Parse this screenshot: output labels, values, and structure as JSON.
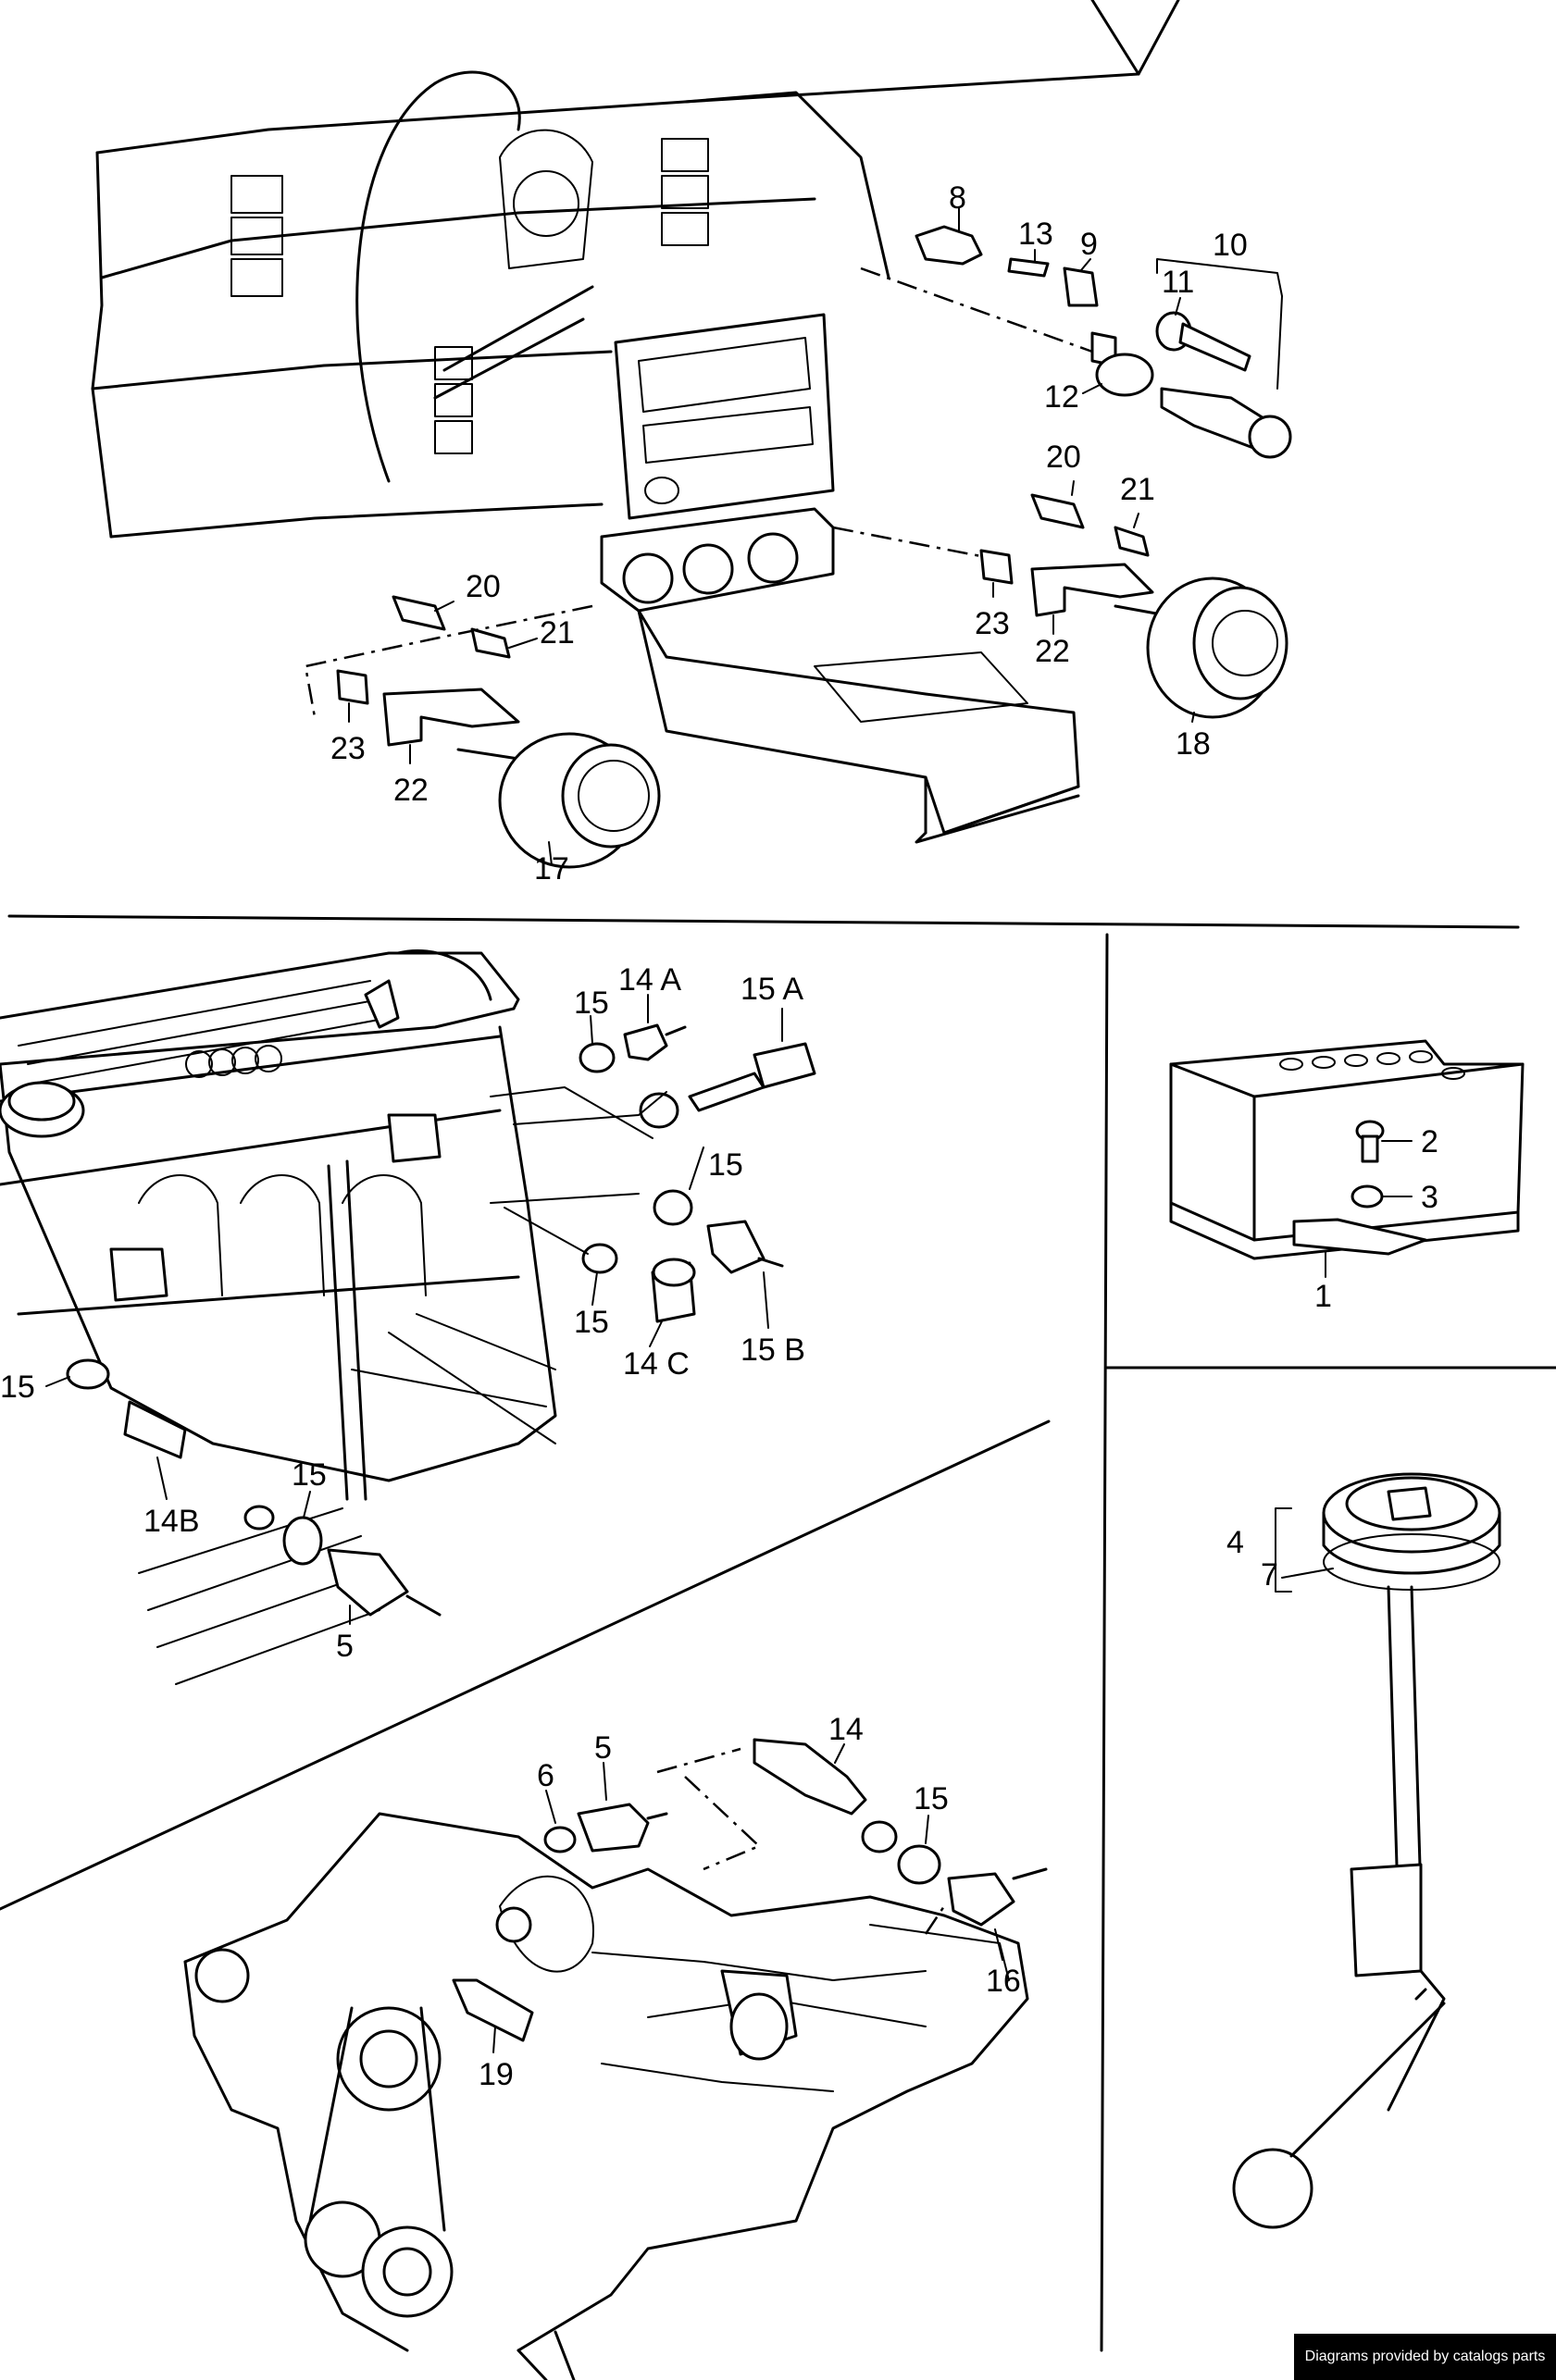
{
  "credit": "Diagrams provided by catalogs parts",
  "labels": {
    "l8": "8",
    "l13": "13",
    "l9": "9",
    "l10": "10",
    "l11": "11",
    "l12": "12",
    "l20a": "20",
    "l21a": "21",
    "l23a": "23",
    "l22a": "22",
    "l18": "18",
    "l20b": "20",
    "l21b": "21",
    "l23b": "23",
    "l22b": "22",
    "l17": "17",
    "l15a": "15",
    "l14A": "14 A",
    "l15A": "15 A",
    "l15b": "15",
    "l15c": "15",
    "l14C": "14 C",
    "l15B": "15 B",
    "l15d": "15",
    "l14B": "14B",
    "l15e": "15",
    "l5a": "5",
    "l2": "2",
    "l3": "3",
    "l1": "1",
    "l4": "4",
    "l7": "7",
    "l6": "6",
    "l5b": "5",
    "l14": "14",
    "l15f": "15",
    "l16": "16",
    "l19": "19"
  },
  "icons": [
    "dashboard-drawing",
    "engine-block-drawing",
    "battery-drawing",
    "fuel-sender-drawing",
    "engine-assembly-drawing"
  ]
}
